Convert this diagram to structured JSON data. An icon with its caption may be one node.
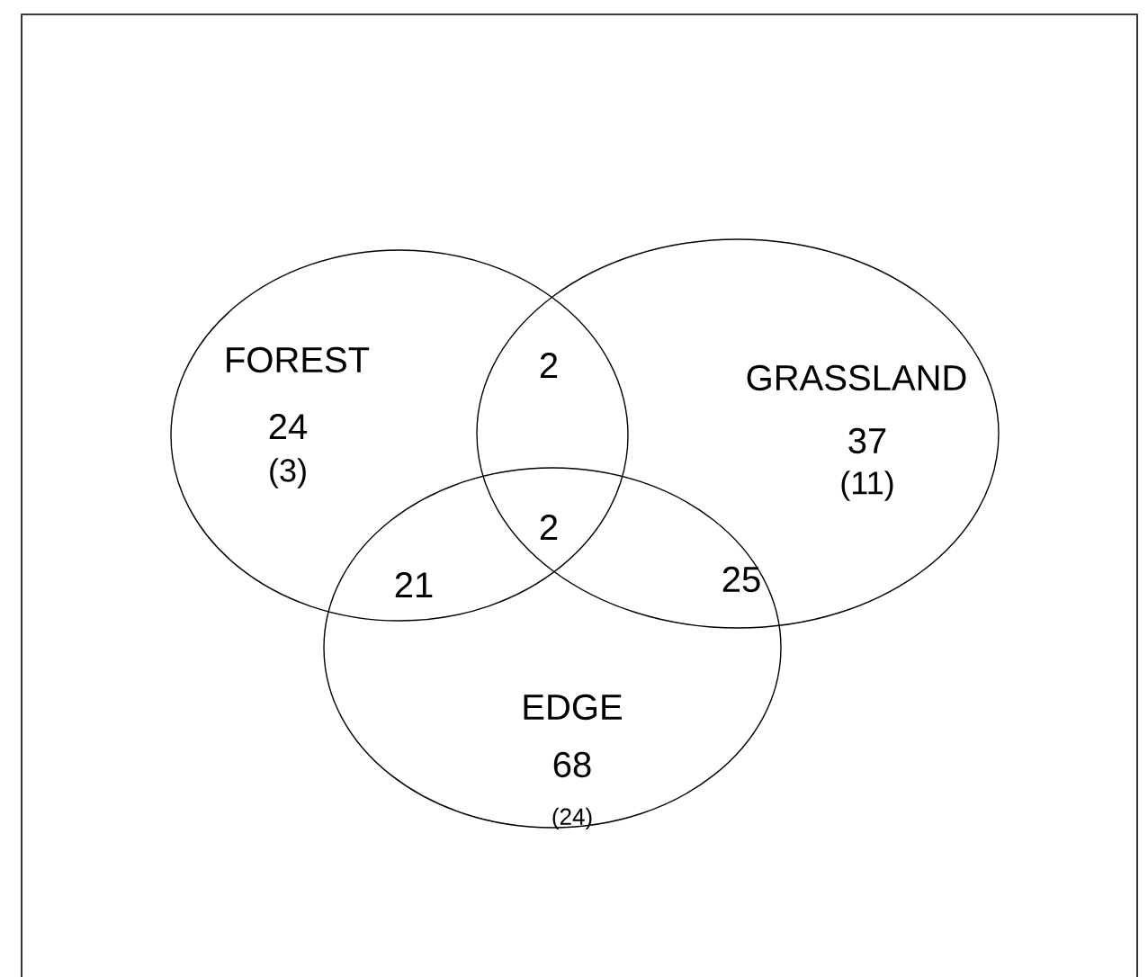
{
  "diagram": {
    "nodes": [
      {
        "text": [
          "FOREST",
          "24",
          "(3)"
        ]
      },
      {
        "text": [
          "GRASSLAND",
          "37",
          "(11)"
        ]
      },
      {
        "text": [
          "EDGE",
          "68",
          "(24)"
        ]
      }
    ],
    "labels": [
      "2",
      "2",
      "21",
      "25"
    ]
  }
}
